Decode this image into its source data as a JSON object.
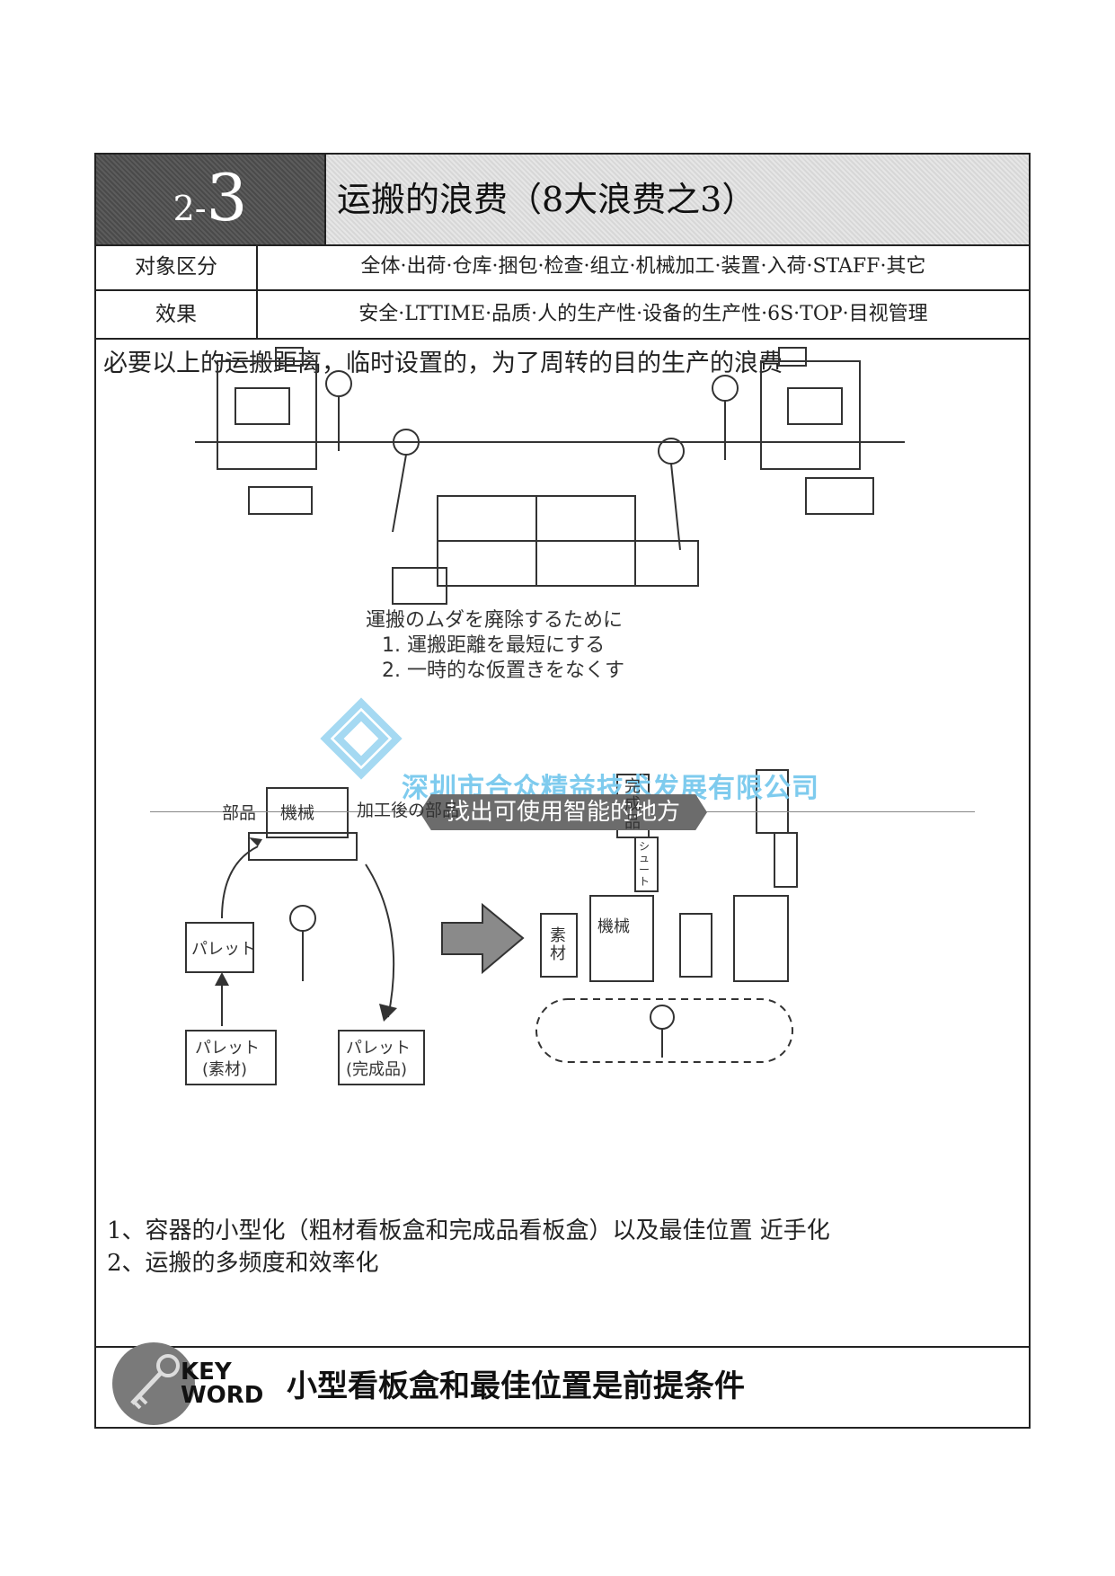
{
  "header": {
    "num_prefix": "2-",
    "num_main": "3",
    "title": "运搬的浪费（8大浪费之3）"
  },
  "rows": {
    "target_label": "对象区分",
    "target_value": "全体·出荷·仓库·捆包·检查·组立·机械加工·装置·入荷·STAFF·其它",
    "effect_label": "效果",
    "effect_value": "安全·LTTIME·品质·人的生产性·设备的生产性·6S·TOP·目视管理"
  },
  "intro": "必要以上的运搬距离，临时设置的，为了周转的目的生产的浪费",
  "illustration_top": {
    "caption_line1": "運搬のムダを廃除するために",
    "caption_line2": "1. 運搬距離を最短にする",
    "caption_line3": "2. 一時的な仮置きをなくす"
  },
  "watermark": "深圳市合众精益技术发展有限公司",
  "banner": "找出可使用智能的地方",
  "illustration_bottom": {
    "label_parts": "部品",
    "label_machine": "機械",
    "label_processed": "加工後の部品",
    "label_pallet": "パレット",
    "label_pallet_raw_1": "パレット",
    "label_pallet_raw_2": "(素材)",
    "label_pallet_done_1": "パレット",
    "label_pallet_done_2": "(完成品)",
    "label_done": "完成品",
    "label_chute": "シュート",
    "label_raw": "素材",
    "label_machine_2": "機械"
  },
  "points": {
    "p1": "1、容器的小型化（粗材看板盒和完成品看板盒）以及最佳位置 近手化",
    "p2": "2、运搬的多频度和效率化"
  },
  "keyword": {
    "label_1": "KEY",
    "label_2": "WORD",
    "text": "小型看板盒和最佳位置是前提条件"
  }
}
